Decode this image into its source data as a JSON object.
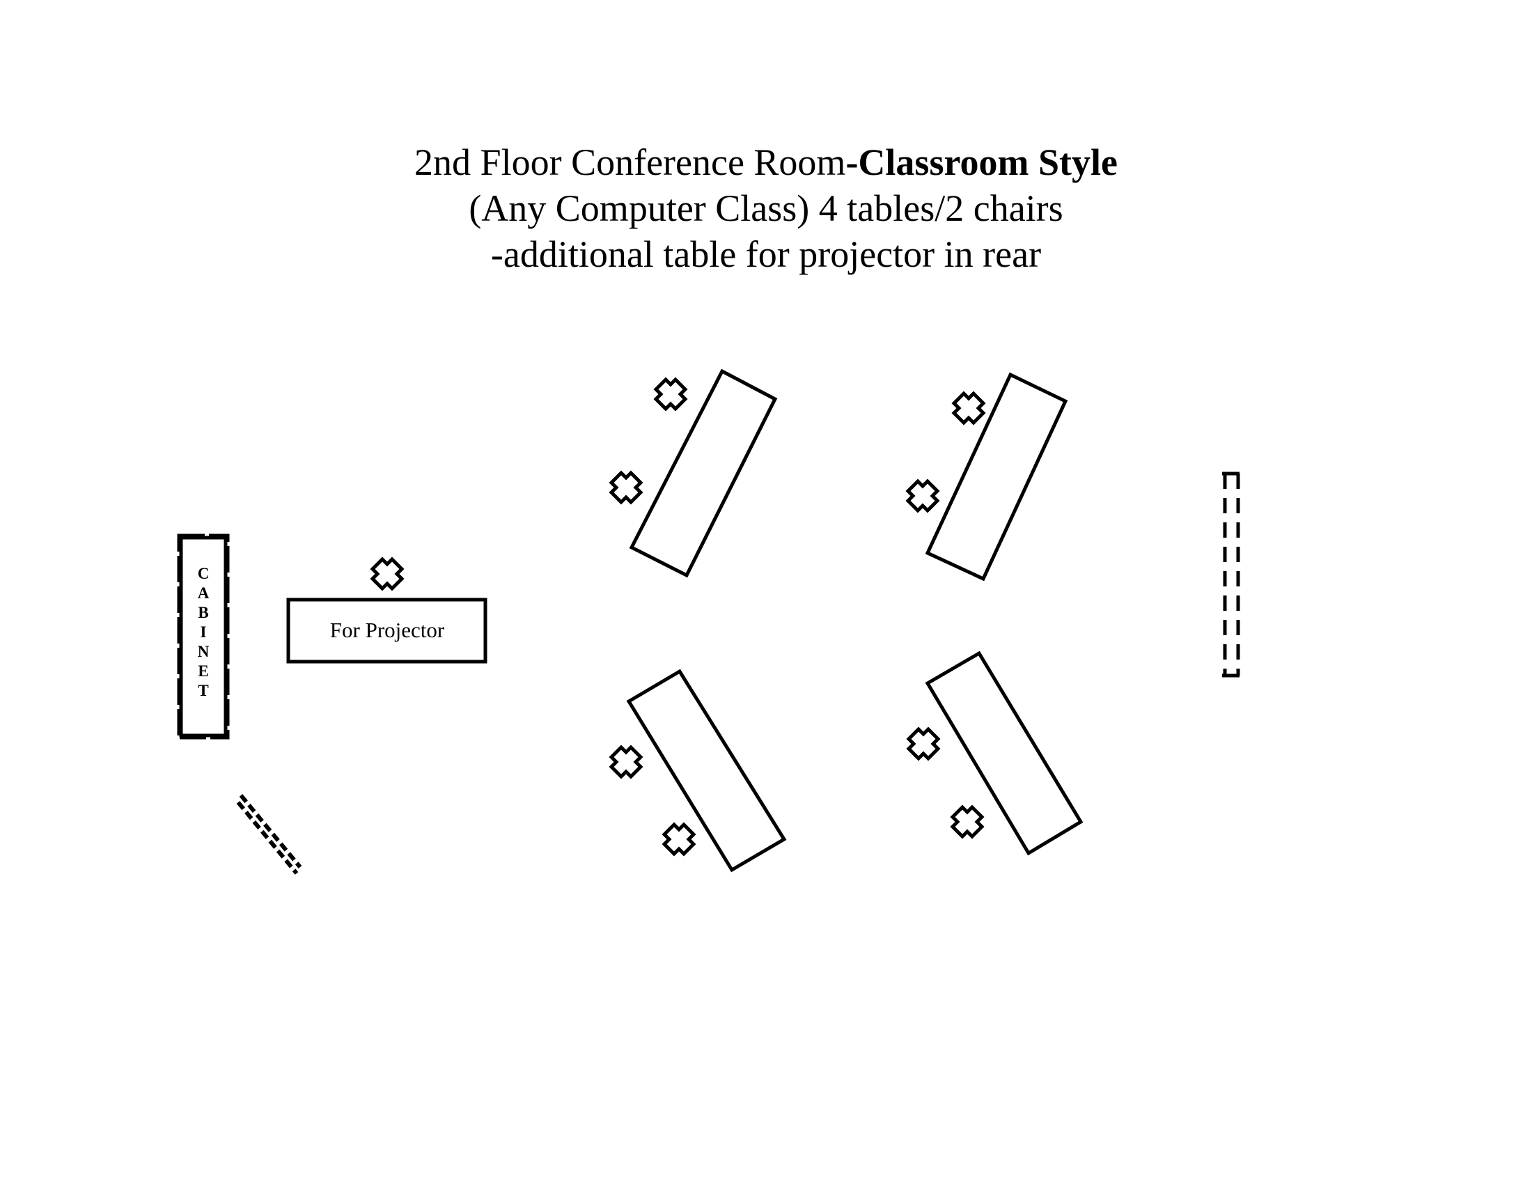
{
  "title": {
    "line1_regular": "2nd Floor Conference Room",
    "line1_bold": "-Classroom Style",
    "line2": "(Any Computer Class) 4 tables/2 chairs",
    "line3": "-additional table for projector in rear"
  },
  "projector_table": {
    "label": "For Projector"
  },
  "cabinet": {
    "letters": [
      "C",
      "A",
      "B",
      "I",
      "N",
      "E",
      "T"
    ]
  },
  "tables": [
    {
      "chairs": 2
    },
    {
      "chairs": 2
    },
    {
      "chairs": 2
    },
    {
      "chairs": 2
    }
  ],
  "colors": {
    "stroke": "#000000",
    "background": "#ffffff"
  }
}
